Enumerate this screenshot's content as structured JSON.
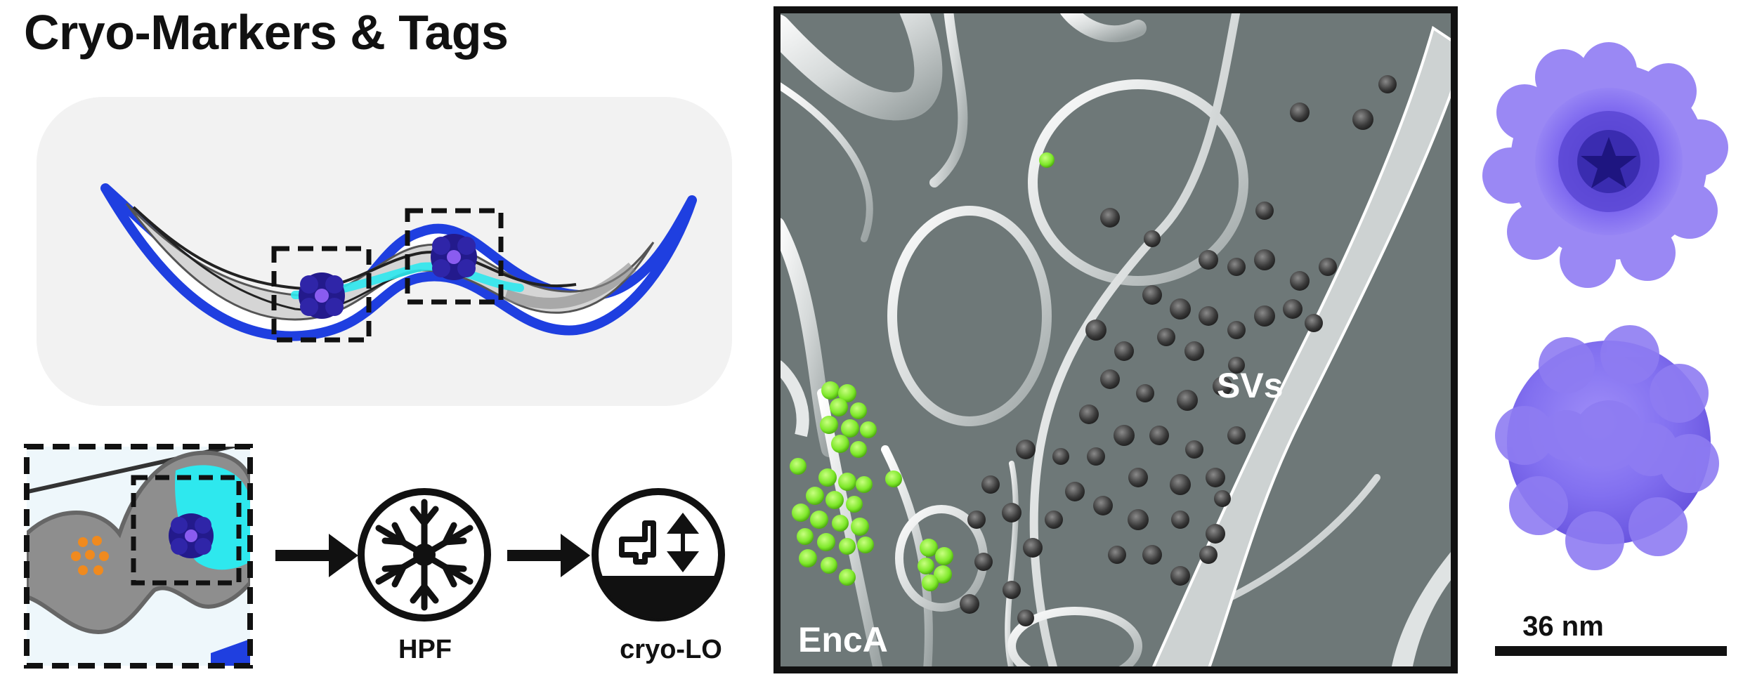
{
  "title": "Cryo-Markers & Tags",
  "steps": [
    {
      "label": "HPF",
      "icon": "snowflake-icon"
    },
    {
      "label": "cryo-LO",
      "icon": "cryo-liftout-icon"
    }
  ],
  "tomogram": {
    "labels": {
      "svs": "SVs",
      "enca": "EncA"
    }
  },
  "scale_bar": {
    "label": "36 nm"
  },
  "colors": {
    "worm_outline": "#1f3fe0",
    "marker_dark": "#231a8c",
    "marker_center": "#8a5cf0",
    "cyan_tissue": "#2ee8ee",
    "orange_dots": "#f08a1e",
    "enca_green": "#7ee82a",
    "tomo_bg": "#6e7878",
    "particle_purple": "#8a72f0"
  }
}
